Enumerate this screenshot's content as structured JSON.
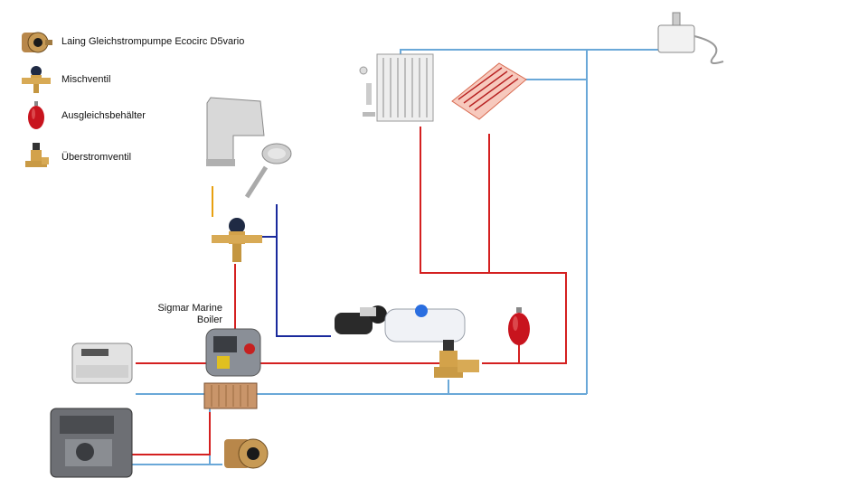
{
  "legend": {
    "pump": "Laing Gleichstrompumpe Ecocirc D5vario",
    "mixing_valve": "Mischventil",
    "expansion_tank": "Ausgleichsbehälter",
    "overflow_valve": "Überstromventil"
  },
  "labels": {
    "boiler_line1": "Sigmar Marine",
    "boiler_line2": "Boiler"
  },
  "colors": {
    "hot_line": "#d42020",
    "cold_line": "#6aa8d8",
    "fresh_water_line": "#1a2a9c",
    "warm_tap_line": "#e8a010"
  }
}
